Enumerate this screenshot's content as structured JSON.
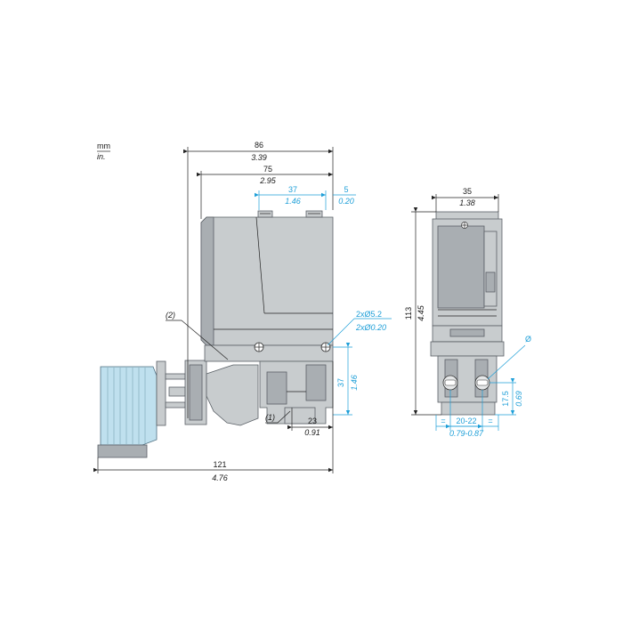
{
  "units": {
    "primary": "mm",
    "secondary": "in."
  },
  "side_view": {
    "overall_width": {
      "mm": "86",
      "in": "3.39"
    },
    "body_width": {
      "mm": "75",
      "in": "2.95"
    },
    "hole_spacing": {
      "mm": "37",
      "in": "1.46"
    },
    "hole_offset": {
      "mm": "5",
      "in": "0.20"
    },
    "mounting_holes": {
      "mm": "2xØ5.2",
      "in": "2xØ0.20"
    },
    "hole_height": {
      "mm": "37",
      "in": "1.46"
    },
    "port_offset": {
      "mm": "23",
      "in": "0.91"
    },
    "total_length": {
      "mm": "121",
      "in": "4.76"
    },
    "note_1": "(1)",
    "note_2": "(2)"
  },
  "front_view": {
    "width": {
      "mm": "35",
      "in": "1.38"
    },
    "height": {
      "mm": "113",
      "in": "4.45"
    },
    "port_height": {
      "mm": "17.5",
      "in": "0.69"
    },
    "port_spacing": {
      "mm": "20-22",
      "in": "0.79-0.87"
    },
    "eq_left": "=",
    "eq_right": "=",
    "diameter": "Ø"
  },
  "colors": {
    "accent": "#1e9fd8",
    "body": "#c8ccce",
    "connector": "#bfe0ee"
  }
}
